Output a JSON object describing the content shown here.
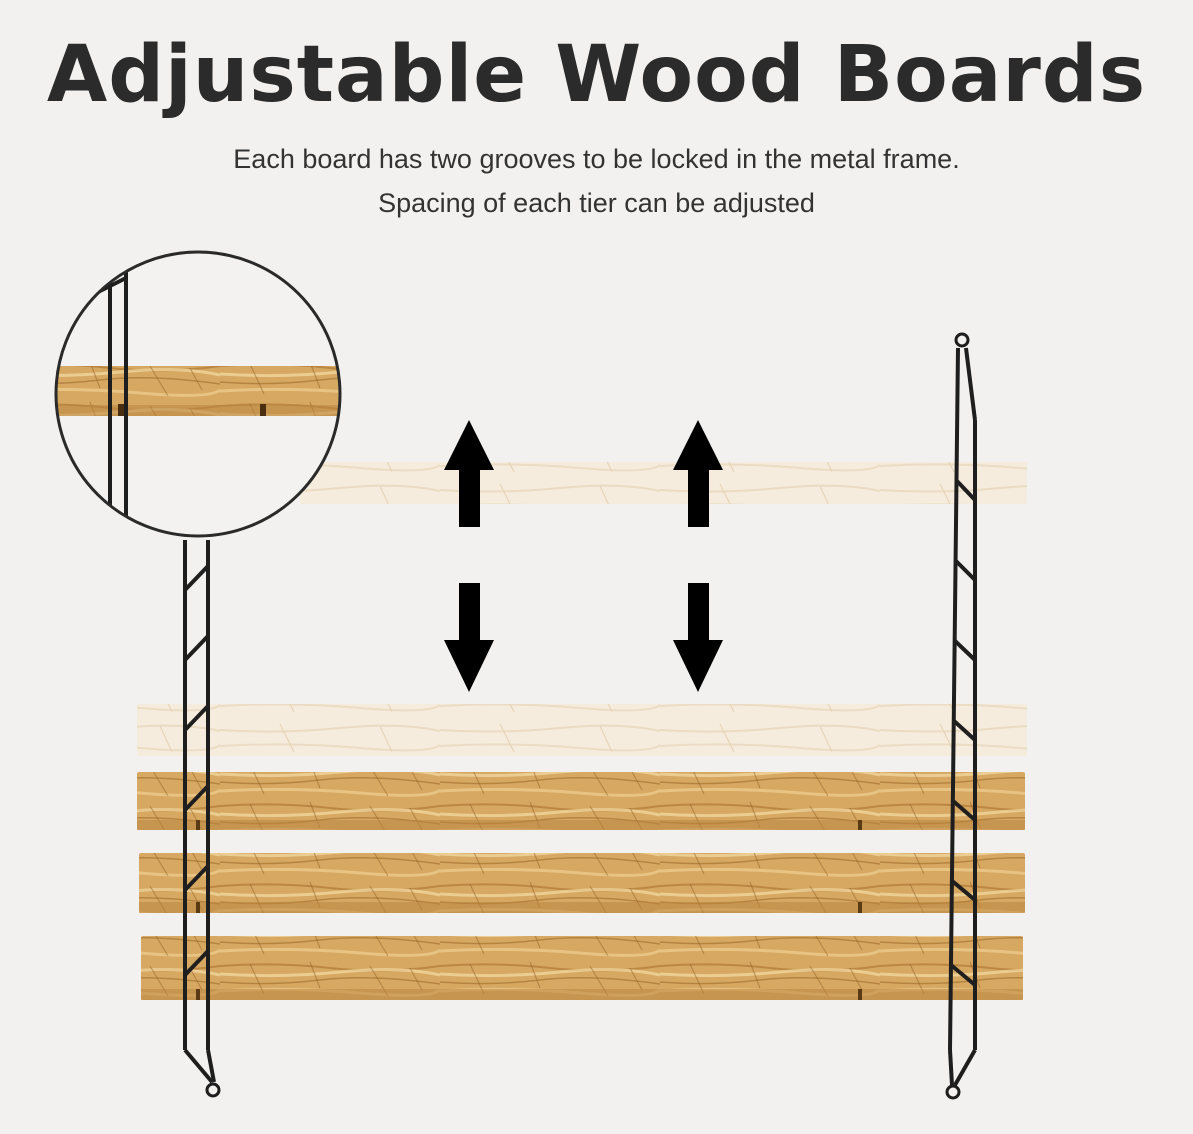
{
  "heading": {
    "title": "Adjustable Wood Boards",
    "subtitle_line1": "Each board has two grooves to be locked in the metal frame.",
    "subtitle_line2": "Spacing of each tier can be adjusted"
  },
  "colors": {
    "background": "#f2f1f0",
    "wood_light": "#e9c98c",
    "wood_mid": "#c99a52",
    "wood_dark": "#9c6a2a",
    "ghost_wood": "#f4ead9",
    "frame": "#1e1e1e",
    "arrow": "#000000"
  },
  "icons": {
    "up_arrows": "arrow-up-icon",
    "down_arrows": "arrow-down-icon"
  }
}
